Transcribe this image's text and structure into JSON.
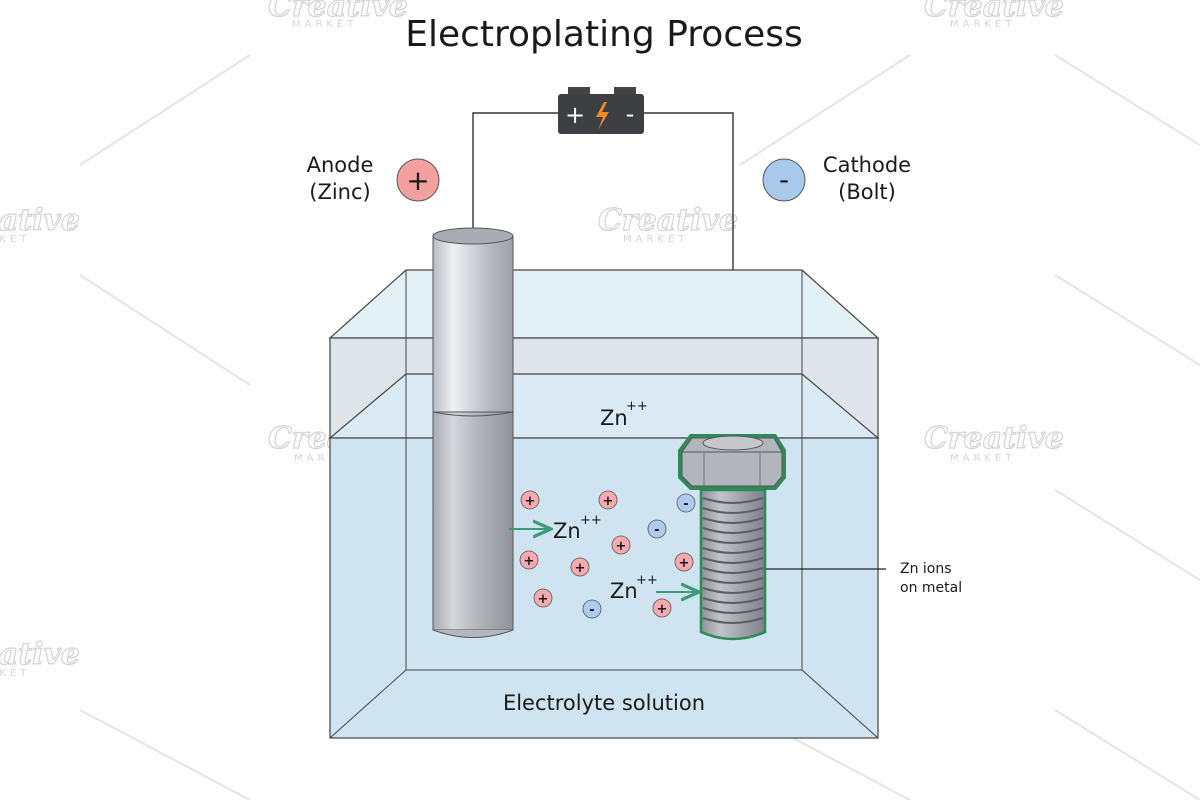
{
  "title": "Electroplating Process",
  "anode": {
    "line1": "Anode",
    "line2": "(Zinc)",
    "sign": "+",
    "color": "#f4a0a0"
  },
  "cathode": {
    "line1": "Cathode",
    "line2": "(Bolt)",
    "sign": "-",
    "color": "#a8c8ec"
  },
  "battery": {
    "plus": "+",
    "minus": "-",
    "bolt_color": "#f08a24"
  },
  "labels": {
    "zn_top": "Zn",
    "zn_top_sup": "++",
    "zn_left": "Zn",
    "zn_left_sup": "++",
    "zn_right": "Zn",
    "zn_right_sup": "++",
    "electrolyte": "Electrolyte solution",
    "ions_line1": "Zn ions",
    "ions_line2": "on metal"
  },
  "ions": {
    "positive_sign": "+",
    "negative_sign": "-",
    "positive_color": "#f6a9ae",
    "negative_color": "#aecaf0"
  },
  "watermark": {
    "brand": "Creative",
    "sub": "MARKET"
  },
  "colors": {
    "solution": "#cfe3f0",
    "arrow": "#3c9a78",
    "plating": "#2e8b57"
  }
}
